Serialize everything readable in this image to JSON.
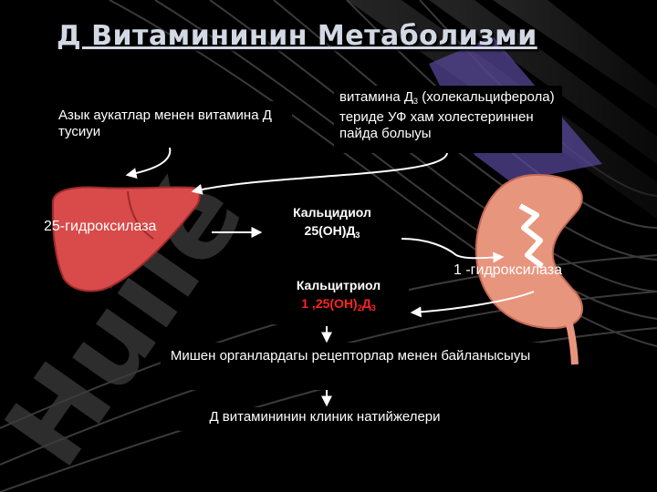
{
  "title": "Д Витамининин  Метаболизми",
  "watermark": "Huilé",
  "box_intake": "Азык аукатлар менен витамина Д тусиуи",
  "box_skin": {
    "line1": "витамина Д",
    "line1_sub": "3",
    "rest": "(холекальциферола) териде УФ хам холестериннен пайда болыуы"
  },
  "calcidiol": {
    "name": "Кальцидиол",
    "formula": "25(OH)Д",
    "formula_sub": "3"
  },
  "calcitriol": {
    "name": "Кальцитриол",
    "formula": "1 ,25(OH)",
    "sub1": "2",
    "formula_mid": "Д",
    "sub2": "3"
  },
  "enzyme_liver": "25-гидроксилаза",
  "enzyme_kidney": "1 -гидроксилаза",
  "receptor_binding": "Мишен органлардагы рецепторлар менен байланысыуы",
  "clinical_effects": "Д витамининин клиник натийжелери",
  "colors": {
    "liver": "#d94a4a",
    "kidney": "#e8957e",
    "accent_red": "#ff2222",
    "title": "#d2d9e4",
    "watermark": "#6b55b5"
  }
}
